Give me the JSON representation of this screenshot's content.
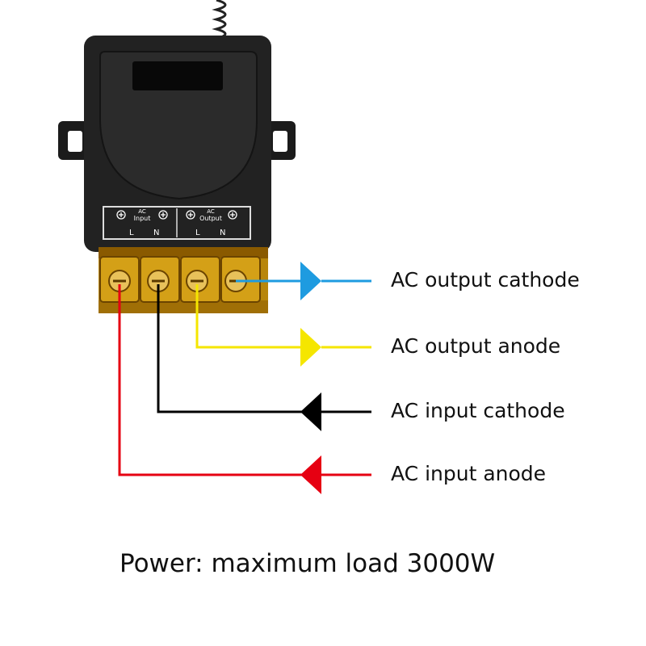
{
  "device": {
    "label_input_top": "AC",
    "label_input_bottom": "Input",
    "label_output_top": "AC",
    "label_output_bottom": "Output",
    "terminal_L_1": "L",
    "terminal_N_1": "N",
    "terminal_L_2": "L",
    "terminal_N_2": "N"
  },
  "wires": [
    {
      "label": "AC output cathode",
      "color": "#1e9be0"
    },
    {
      "label": "AC output anode",
      "color": "#f5e600"
    },
    {
      "label": "AC input cathode",
      "color": "#000000"
    },
    {
      "label": "AC input anode",
      "color": "#e60012"
    }
  ],
  "caption": "Power: maximum load 3000W"
}
